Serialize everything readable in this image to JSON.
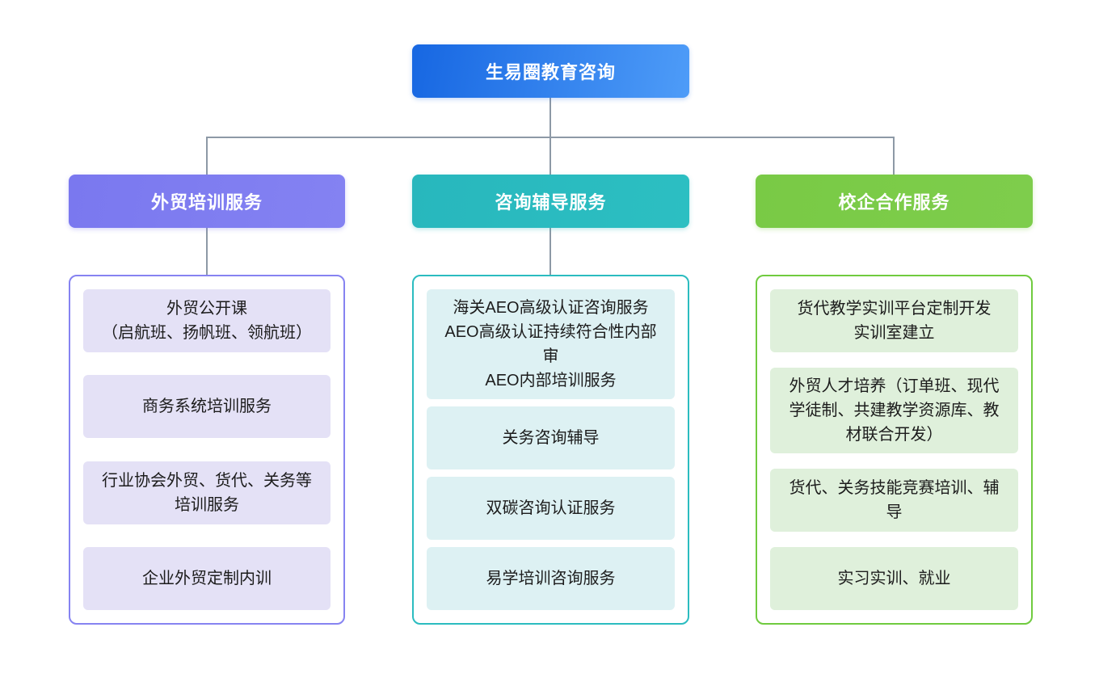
{
  "root": {
    "label": "生易圈教育咨询"
  },
  "branches": [
    {
      "label": "外贸培训服务",
      "accent": "#7d7af0",
      "item_bg": "#e4e1f6",
      "items": [
        "外贸公开课\n（启航班、扬帆班、领航班）",
        "商务系统培训服务",
        "行业协会外贸、货代、关务等培训服务",
        "企业外贸定制内训"
      ]
    },
    {
      "label": "咨询辅导服务",
      "accent": "#29b9be",
      "item_bg": "#ddf1f3",
      "items": [
        "海关AEO高级认证咨询服务\nAEO高级认证持续符合性内部审\nAEO内部培训服务",
        "关务咨询辅导",
        "双碳咨询认证服务",
        "易学培训咨询服务"
      ]
    },
    {
      "label": "校企合作服务",
      "accent": "#74cb3f",
      "item_bg": "#dff0db",
      "items": [
        "货代教学实训平台定制开发\n实训室建立",
        "外贸人才培养（订单班、现代学徒制、共建教学资源库、教材联合开发）",
        "货代、关务技能竞赛培训、辅导",
        "实习实训、就业"
      ]
    }
  ],
  "palette": {
    "root_gradient_start": "#1767e2",
    "root_gradient_end": "#4e9cf8",
    "branch_1_accent": "#7d7af0",
    "branch_2_accent": "#29b9be",
    "branch_3_accent": "#74cb3f",
    "connector": "#8d99a6",
    "canvas_bg": "#ffffff",
    "item_text": "#1c1c1c"
  }
}
